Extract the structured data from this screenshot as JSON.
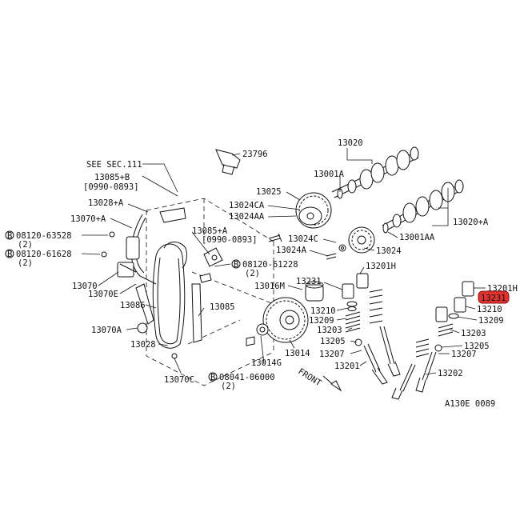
{
  "diagram": {
    "ref_code": "A130E 0089",
    "front_label": "FRONT",
    "highlight_color": "#e0332f",
    "parts": {
      "p23796": "23796",
      "see_sec": "SEE SEC.111",
      "p13085b": "13085+B",
      "p13085b_range": "[0990-0893]",
      "p13028a": "13028+A",
      "p13070a": "13070+A",
      "b08120_63528": "08120-63528",
      "q2_a": "(2)",
      "b08120_61628": "08120-61628",
      "q2_b": "(2)",
      "p13070": "13070",
      "p13070e": "13070E",
      "p13086": "13086",
      "p13070a2": "13070A",
      "p13028": "13028",
      "p13070c": "13070C",
      "b08041_06000": "08041-06000",
      "q2_c": "(2)",
      "p13014g": "13014G",
      "p13014": "13014",
      "p13085": "13085",
      "p13085a": "13085+A",
      "p13085a_range": "[0990-0893]",
      "b08120_61228": "08120-61228",
      "q2_d": "(2)",
      "p13016m": "13016M",
      "p13020": "13020",
      "p13001a": "13001A",
      "p13025": "13025",
      "p13024ca": "13024CA",
      "p13024aa": "13024AA",
      "p13024c": "13024C",
      "p13024a": "13024A",
      "p13024": "13024",
      "p13020a": "13020+A",
      "p13001aa": "13001AA",
      "p13201h_l": "13201H",
      "p13231_l": "13231",
      "p13210_l": "13210",
      "p13209_l": "13209",
      "p13203_l": "13203",
      "p13205_l": "13205",
      "p13207_l": "13207",
      "p13201_l": "13201",
      "p13201h_r": "13201H",
      "p13231_r": "13231",
      "p13210_r": "13210",
      "p13209_r": "13209",
      "p13203_r": "13203",
      "p13205_r": "13205",
      "p13207_r": "13207",
      "p13202_r": "13202"
    }
  }
}
